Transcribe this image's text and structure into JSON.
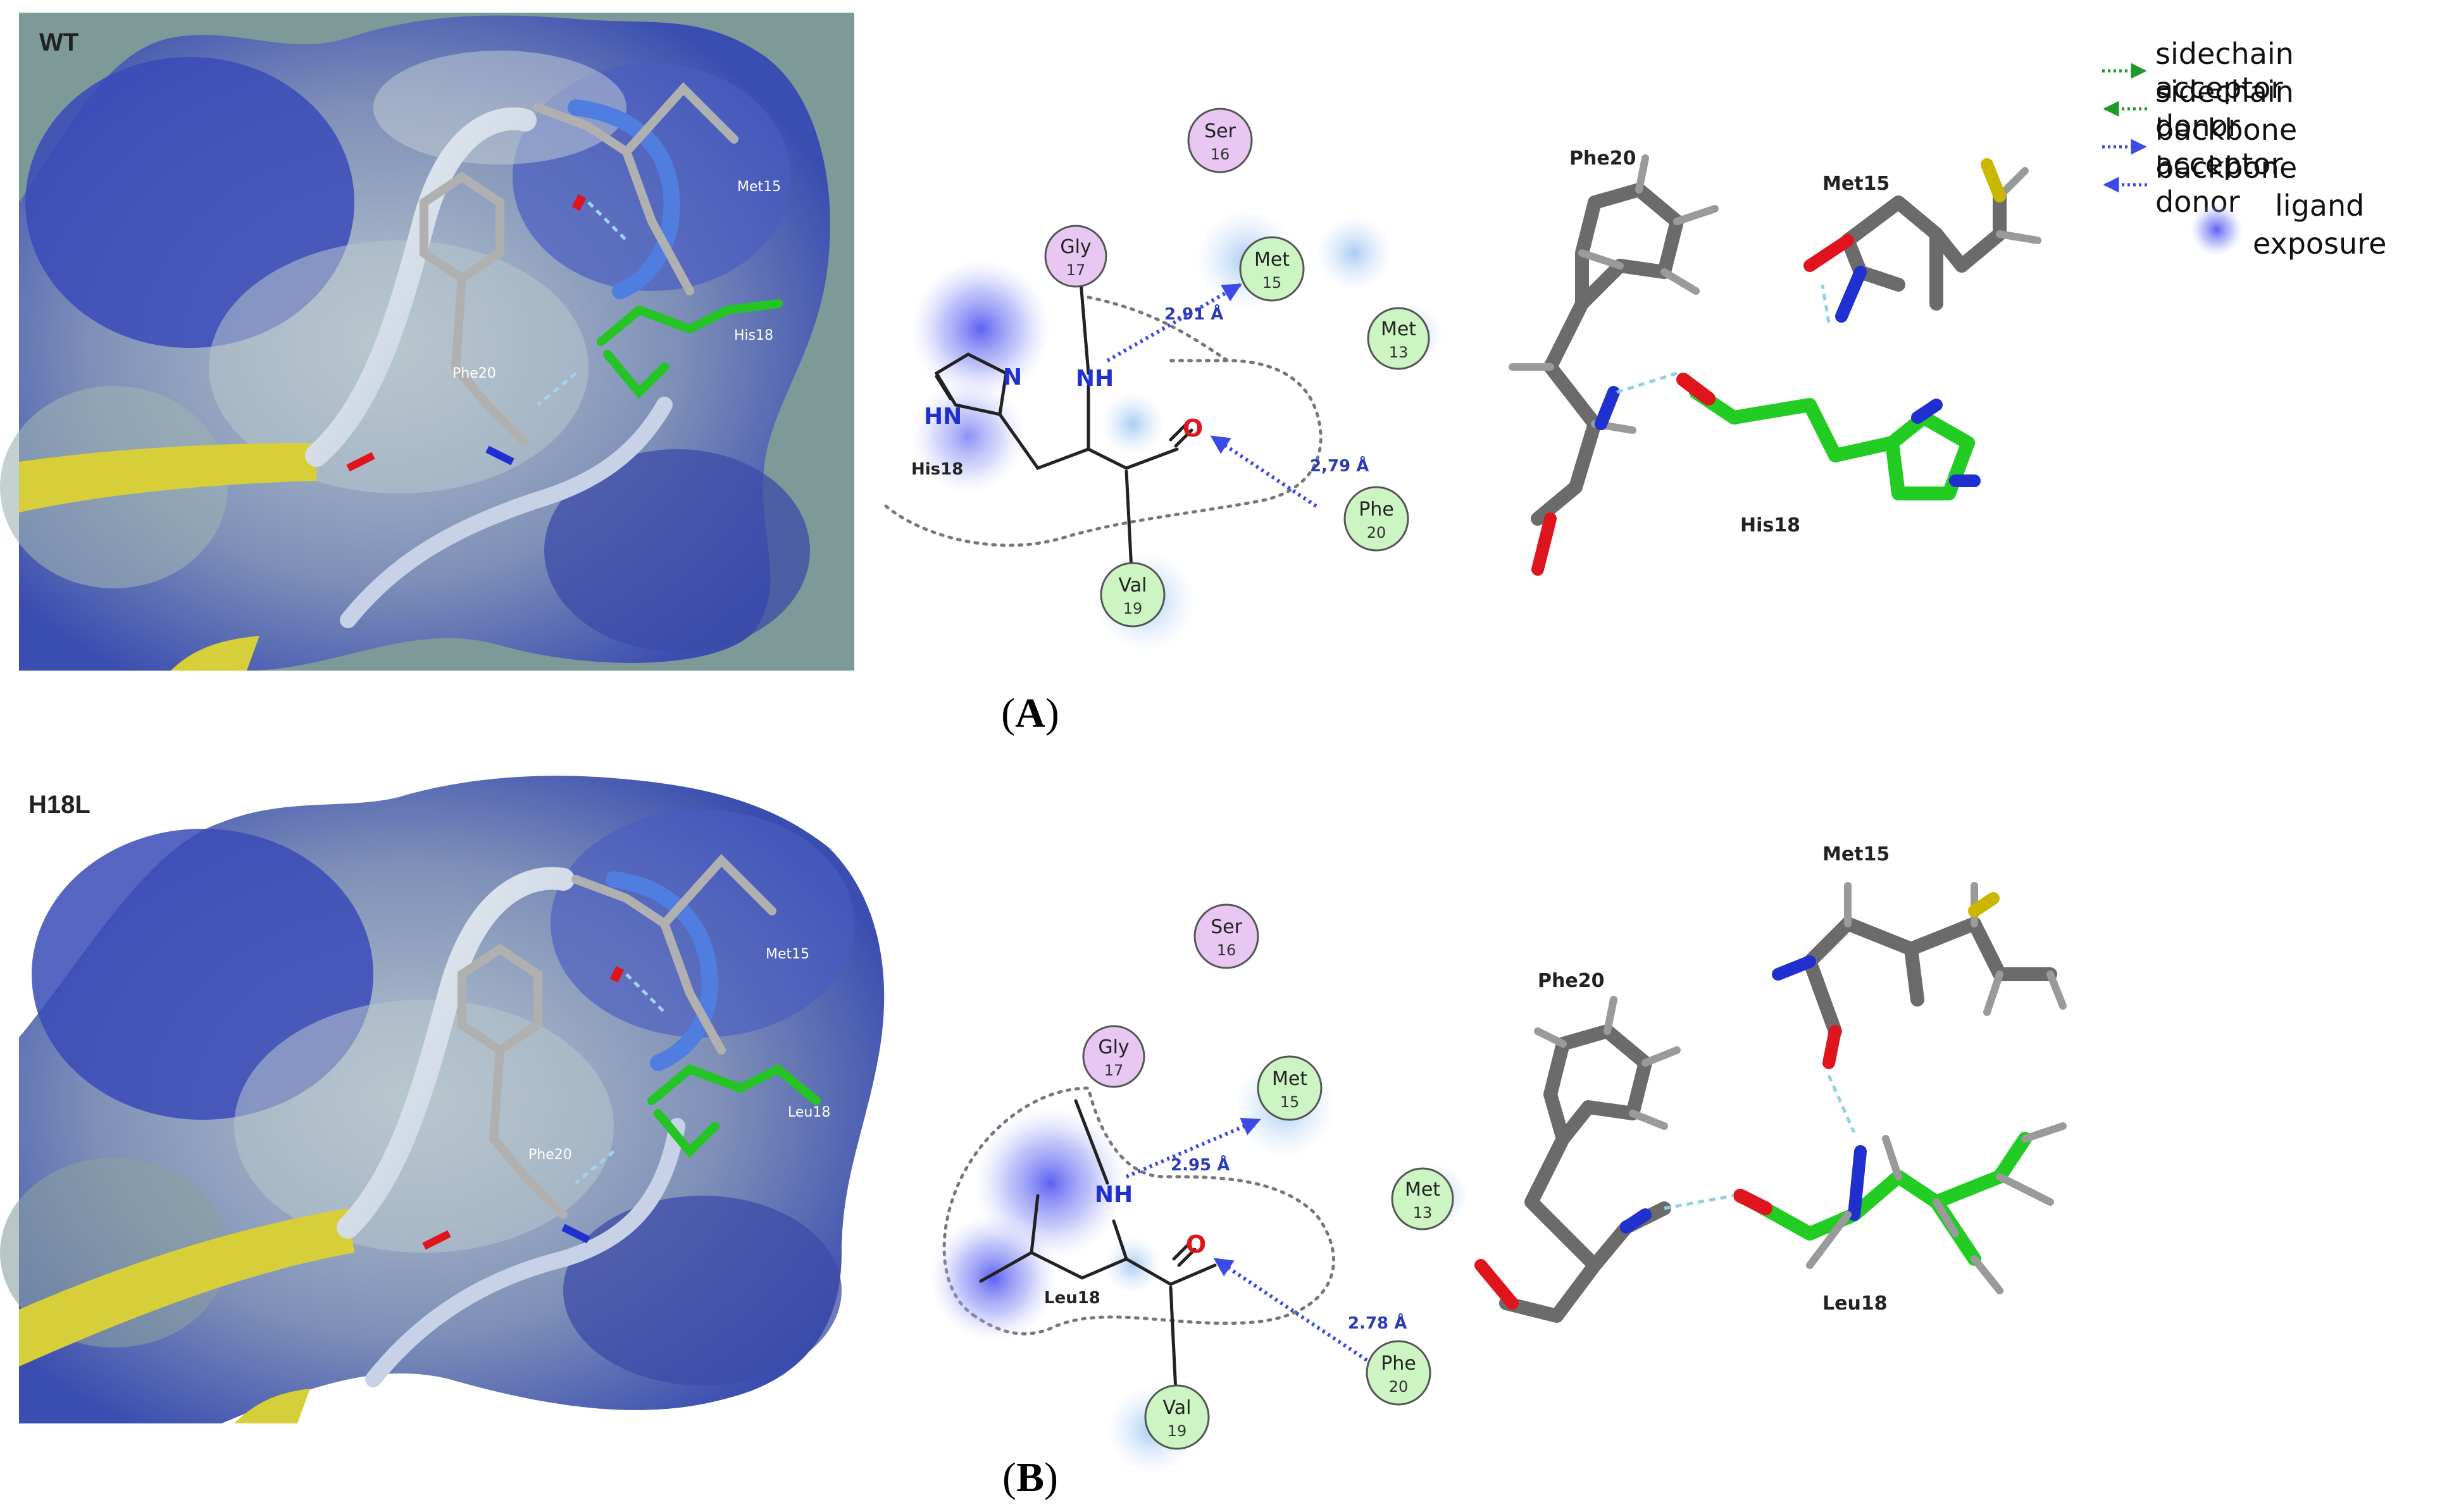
{
  "panels": {
    "a": {
      "variant_label": "WT",
      "caption_letter": "A",
      "surface_labels": {
        "met": "Met15",
        "res": "His18",
        "phe": "Phe20"
      },
      "residues": {
        "ser": {
          "name": "Ser",
          "num": "16"
        },
        "gly": {
          "name": "Gly",
          "num": "17"
        },
        "met15": {
          "name": "Met",
          "num": "15"
        },
        "met13": {
          "name": "Met",
          "num": "13"
        },
        "phe": {
          "name": "Phe",
          "num": "20"
        },
        "val": {
          "name": "Val",
          "num": "19"
        }
      },
      "ligand_name": "His18",
      "atoms": {
        "nh": "NH",
        "o": "O",
        "n": "N",
        "hn": "HN"
      },
      "distances": {
        "met": "2.91 Å",
        "phe": "2,79 Å"
      },
      "stick_labels": {
        "phe": "Phe20",
        "met": "Met15",
        "res": "His18"
      }
    },
    "b": {
      "variant_label": "H18L",
      "caption_letter": "B",
      "surface_labels": {
        "met": "Met15",
        "res": "Leu18",
        "phe": "Phe20"
      },
      "residues": {
        "ser": {
          "name": "Ser",
          "num": "16"
        },
        "gly": {
          "name": "Gly",
          "num": "17"
        },
        "met15": {
          "name": "Met",
          "num": "15"
        },
        "met13": {
          "name": "Met",
          "num": "13"
        },
        "phe": {
          "name": "Phe",
          "num": "20"
        },
        "val": {
          "name": "Val",
          "num": "19"
        }
      },
      "ligand_name": "Leu18",
      "atoms": {
        "nh": "NH",
        "o": "O"
      },
      "distances": {
        "met": "2.95 Å",
        "phe": "2.78 Å"
      },
      "stick_labels": {
        "phe": "Phe20",
        "met": "Met15",
        "res": "Leu18"
      }
    }
  },
  "legend": {
    "items": [
      {
        "label": "sidechain acceptor",
        "color": "#1f9a2a"
      },
      {
        "label": "sidechain donor",
        "color": "#1f9a2a"
      },
      {
        "label": "backbone acceptor",
        "color": "#3b49e6"
      },
      {
        "label": "backbone donor",
        "color": "#3b49e6"
      }
    ],
    "exposure_line1": "ligand",
    "exposure_line2": "exposure"
  },
  "colors": {
    "hbond": "#3b49e6",
    "oxygen": "#e0141c",
    "nitrogen": "#2030d0",
    "carbon_ligand": "#22cc22",
    "carbon_protein": "#6b6b6b",
    "residue_purple": "#e8c8f2",
    "residue_green": "#cdf5c3"
  }
}
